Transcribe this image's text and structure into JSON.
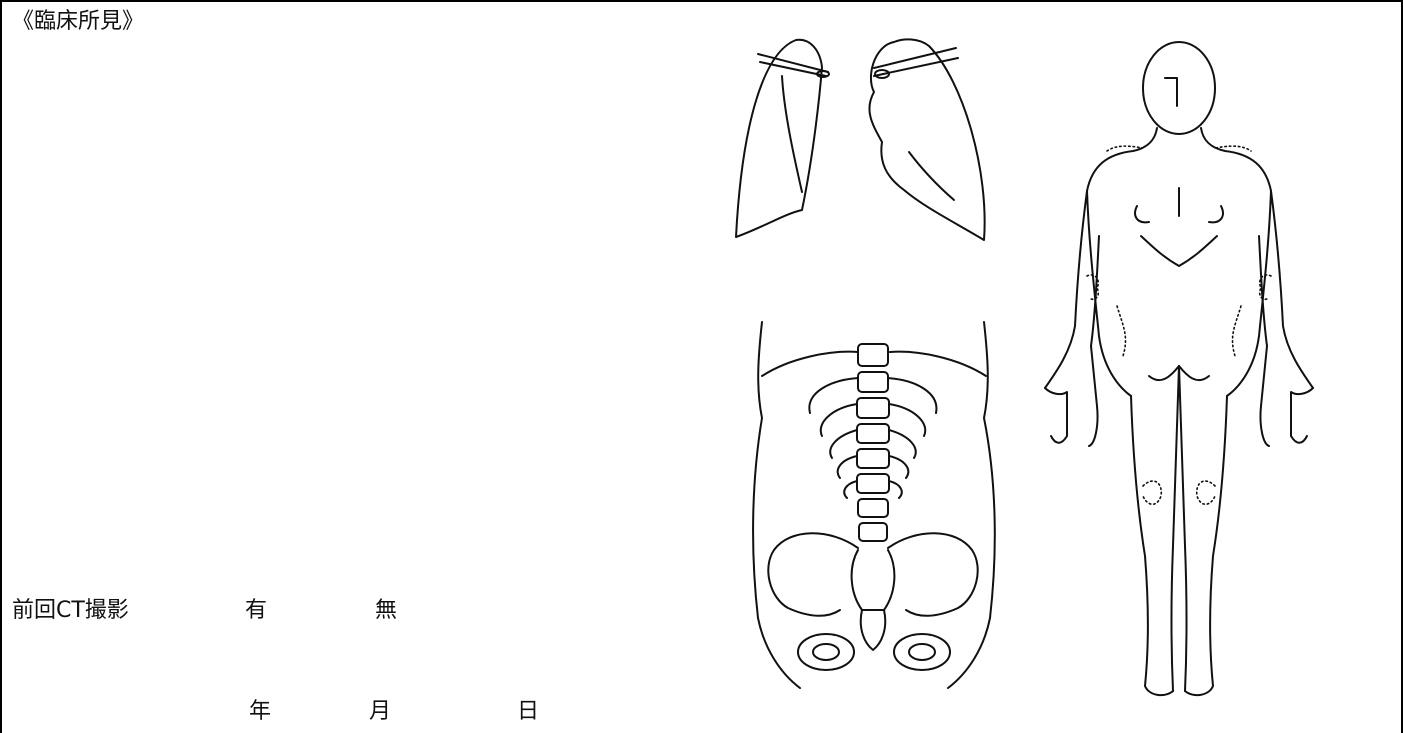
{
  "findings": {
    "title": "《臨床所見》"
  },
  "previous_ct": {
    "label": "前回CT撮影",
    "option_yes": "有",
    "option_no": "無"
  },
  "date": {
    "year_unit": "年",
    "month_unit": "月",
    "day_unit": "日"
  },
  "diagrams": {
    "lungs": "lungs-outline",
    "abdomen": "abdomen-spine-pelvis-outline",
    "body": "full-body-front-outline"
  }
}
